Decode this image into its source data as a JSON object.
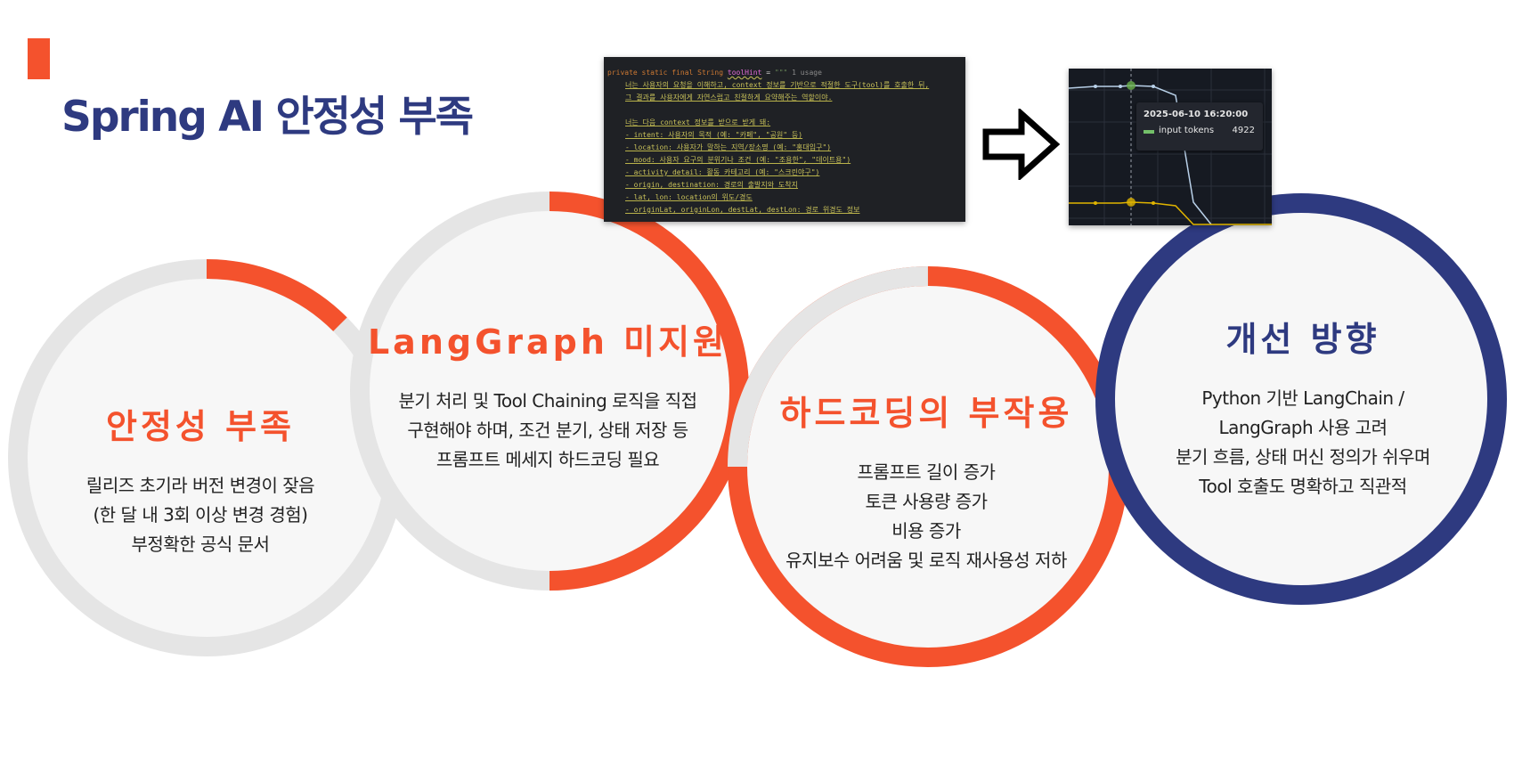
{
  "header": {
    "title": "Spring AI 안정성 부족",
    "accent_color": "#f4522d",
    "title_color": "#2e3a80"
  },
  "circles": [
    {
      "title": "안정성 부족",
      "title_color": "#f4522d",
      "lines": [
        "릴리즈 초기라 버전 변경이 잦음",
        "(한 달 내 3회 이상 변경 경험)",
        "부정확한 공식 문서"
      ]
    },
    {
      "title": "LangGraph 미지원",
      "title_color": "#f4522d",
      "lines": [
        "분기 처리 및 Tool Chaining 로직을 직접",
        "구현해야 하며, 조건 분기, 상태 저장 등",
        "프롬프트 메세지 하드코딩 필요"
      ]
    },
    {
      "title": "하드코딩의 부작용",
      "title_color": "#f4522d",
      "lines": [
        "프롬프트 길이 증가",
        "토큰 사용량 증가",
        "비용 증가",
        "유지보수 어려움 및 로직 재사용성 저하"
      ]
    },
    {
      "title": "개선 방향",
      "title_color": "#2e3a80",
      "lines": [
        "Python 기반 LangChain /",
        "LangGraph 사용 고려",
        "분기 흐름, 상태 머신 정의가 쉬우며",
        "Tool 호출도 명확하고 직관적"
      ]
    }
  ],
  "colors": {
    "ring_gray": "#e5e5e5",
    "ring_orange": "#f4522d",
    "ring_navy": "#2e3a80",
    "circle_fill": "#f7f7f7"
  },
  "code_screenshot": {
    "declaration": {
      "keywords": "private static final String",
      "var": "toolHint",
      "op": "=",
      "str": "\"\"\"",
      "usage": "1 usage"
    },
    "lines": [
      "너는 사용자의 요청을 이해하고, context 정보를 기반으로 적절한 도구(tool)를 호출한 뒤,",
      "그 결과를 사용자에게 자연스럽고 친절하게 요약해주는 역할이야.",
      "",
      "너는 다음 context 정보를 받으로 받게 돼:",
      "- intent: 사용자의 목적 (예: \"카페\", \"공원\" 등)",
      "- location: 사용자가 말하는 지역/장소명 (예: \"홍대입구\")",
      "- mood: 사용자 요구의 분위기나 조건 (예: \"조용한\", \"데이트용\")",
      "- activity_detail: 활동 카테고리 (예: \"스크린야구\")",
      "- origin, destination: 경로의 출발지와 도착지",
      "- lat, lon: location의 위도/경도",
      "- originLat, originLon, destLat, destLon: 경로 위경도 정보"
    ]
  },
  "arrow_icon": "right-arrow-outline-icon",
  "chart_screenshot": {
    "tooltip_time": "2025-06-10 16:20:00",
    "series_label": "input tokens",
    "series_value": "4922",
    "series_color": "#73bf69"
  }
}
